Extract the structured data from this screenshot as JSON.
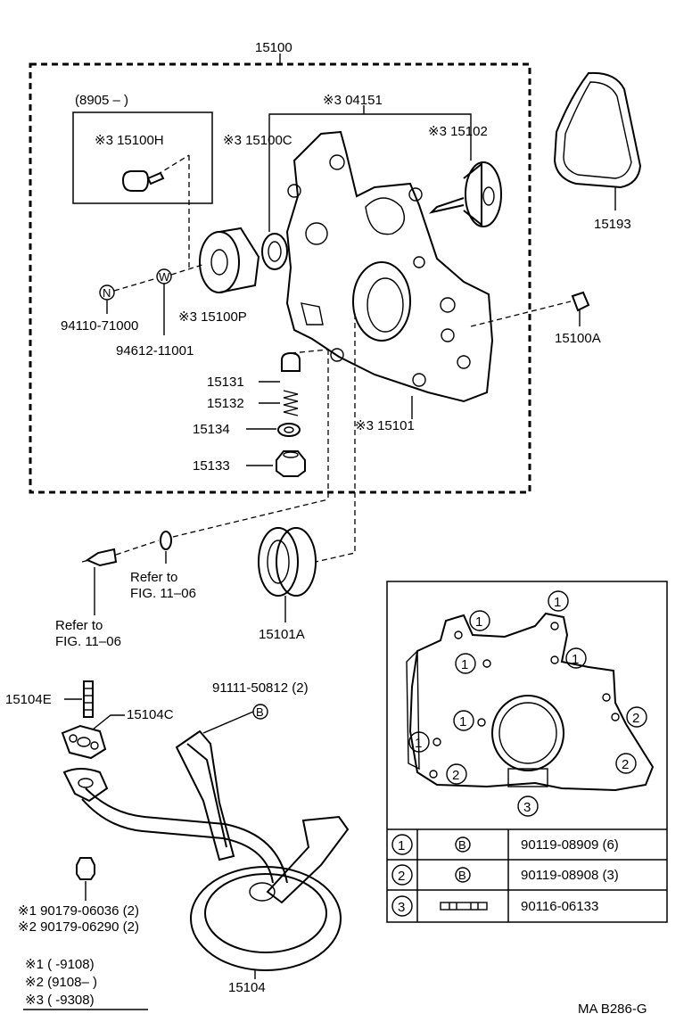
{
  "labels": {
    "assy_main": "15100",
    "date_range": "(8905 –          )",
    "p_15100H": "※3 15100H",
    "p_04151": "※3 04151",
    "p_15100C": "※3 15100C",
    "p_15102": "※3 15102",
    "p_15193": "15193",
    "p_94110": "94110-71000",
    "p_15100P": "※3 15100P",
    "p_94612": "94612-11001",
    "p_15100A": "15100A",
    "p_15131": "15131",
    "p_15132": "15132",
    "p_15134": "15134",
    "p_15133": "15133",
    "p_15101": "※3 15101",
    "p_15101A": "15101A",
    "refer1_a": "Refer to",
    "refer1_b": "FIG. 11–06",
    "refer2_a": "Refer to",
    "refer2_b": "FIG. 11–06",
    "p_15104E": "15104E",
    "p_15104C": "15104C",
    "p_91111": "91111-50812 (2)",
    "p_90179a": "※1 90179-06036 (2)",
    "p_90179b": "※2 90179-06290 (2)",
    "p_15104": "15104",
    "footnote1": "※1 (          -9108)",
    "footnote2": "※2 (9108–          )",
    "footnote3": "※3 (          -9308)",
    "drawing_code": "MA B286-G",
    "circle_N": "N",
    "circle_W": "W",
    "circle_B_top": "B"
  },
  "inset": {
    "callouts": [
      "1",
      "1",
      "1",
      "1",
      "1",
      "1",
      "2",
      "2",
      "2",
      "3"
    ],
    "table": [
      {
        "key": "1",
        "symbol": "B",
        "part": "90119-08909 (6)"
      },
      {
        "key": "2",
        "symbol": "B",
        "part": "90119-08908 (3)"
      },
      {
        "key": "3",
        "symbol": "",
        "part": "90116-06133"
      }
    ]
  }
}
